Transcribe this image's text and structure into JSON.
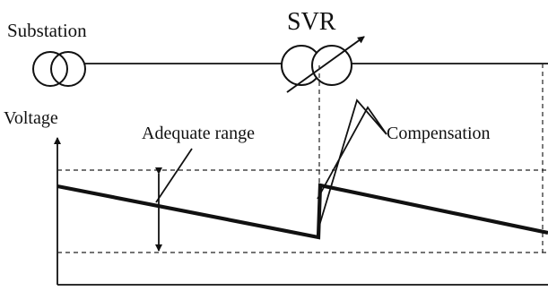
{
  "labels": {
    "substation": "Substation",
    "svr": "SVR",
    "voltage_axis": "Voltage",
    "adequate_range": "Adequate range",
    "compensation": "Compensation"
  },
  "colors": {
    "ink": "#111111",
    "dash": "#222222",
    "background": "#ffffff"
  }
}
